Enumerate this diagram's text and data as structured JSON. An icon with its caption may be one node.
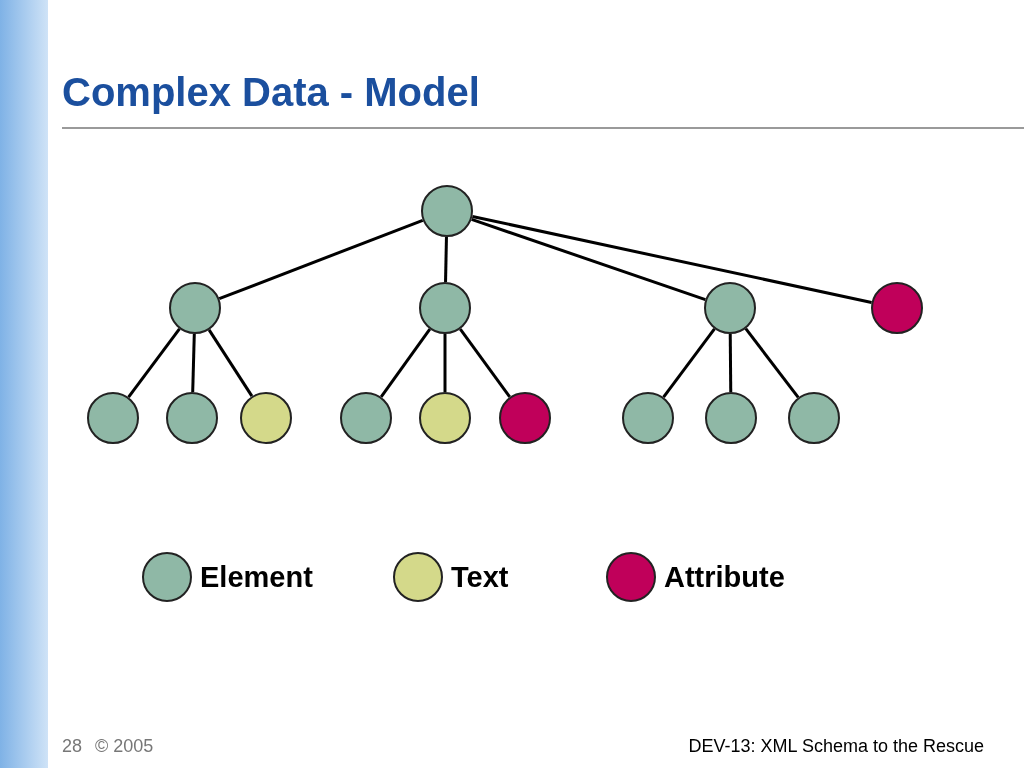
{
  "diagram": {
    "title": "Complex Data - Model",
    "nodes": [
      {
        "text": [],
        "shape": "circle"
      },
      {
        "text": [],
        "shape": "circle"
      },
      {
        "text": [],
        "shape": "circle"
      },
      {
        "text": [],
        "shape": "circle"
      },
      {
        "text": [],
        "shape": "circle"
      },
      {
        "text": [],
        "shape": "circle"
      },
      {
        "text": [],
        "shape": "circle"
      },
      {
        "text": [],
        "shape": "circle"
      },
      {
        "text": [],
        "shape": "circle"
      },
      {
        "text": [],
        "shape": "circle"
      },
      {
        "text": [],
        "shape": "circle"
      },
      {
        "text": [],
        "shape": "circle"
      },
      {
        "text": [],
        "shape": "circle"
      },
      {
        "text": [],
        "shape": "circle"
      }
    ],
    "edges": [
      {
        "from": 0,
        "to": 1,
        "arrow": "none"
      },
      {
        "from": 0,
        "to": 2,
        "arrow": "none"
      },
      {
        "from": 0,
        "to": 3,
        "arrow": "none"
      },
      {
        "from": 0,
        "to": 4,
        "arrow": "none"
      },
      {
        "from": 1,
        "to": 5,
        "arrow": "none"
      },
      {
        "from": 1,
        "to": 6,
        "arrow": "none"
      },
      {
        "from": 1,
        "to": 7,
        "arrow": "none"
      },
      {
        "from": 2,
        "to": 8,
        "arrow": "none"
      },
      {
        "from": 2,
        "to": 9,
        "arrow": "none"
      },
      {
        "from": 2,
        "to": 10,
        "arrow": "none"
      },
      {
        "from": 3,
        "to": 11,
        "arrow": "none"
      },
      {
        "from": 3,
        "to": 12,
        "arrow": "none"
      },
      {
        "from": 3,
        "to": 13,
        "arrow": "none"
      }
    ],
    "labels": [
      "28",
      "© 2005",
      "DEV-13: XML Schema to the Rescue"
    ],
    "legend": [
      {
        "text": "Element",
        "color": "#8fb8a6"
      },
      {
        "text": "Text",
        "color": "#d4d98a"
      },
      {
        "text": "Attribute",
        "color": "#c0005a"
      }
    ]
  }
}
